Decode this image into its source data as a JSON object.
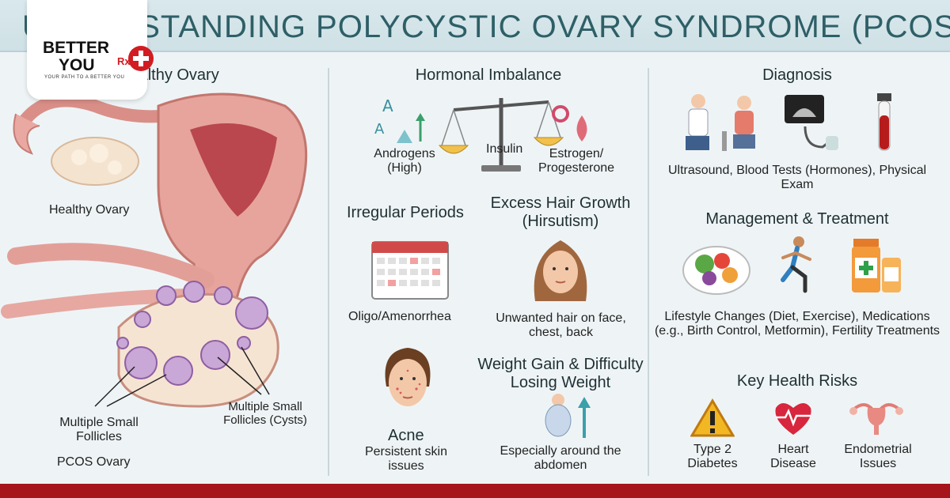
{
  "header": {
    "title": "UNDERSTANDING POLYCYSTIC OVARY SYNDROME (PCOS)"
  },
  "logo": {
    "line1": "BETTER",
    "line2": "YOU",
    "rx": "Rx",
    "tagline": "YOUR PATH TO A BETTER YOU"
  },
  "anatomy": {
    "heading": "Healthy Ovary",
    "healthy_label": "Healthy Ovary",
    "follicles_label": "Multiple Small Follicles",
    "cysts_label": "Multiple Small Follicles (Cysts)",
    "pcos_label": "PCOS Ovary"
  },
  "symptoms": {
    "hormonal": {
      "heading": "Hormonal Imbalance",
      "androgens": "Androgens (High)",
      "insulin": "Insulin",
      "estrogen": "Estrogen/ Progesterone"
    },
    "periods": {
      "heading": "Irregular Periods",
      "caption": "Oligo/Amenorrhea"
    },
    "hair": {
      "heading": "Excess Hair Growth (Hirsutism)",
      "caption": "Unwanted hair on face, chest, back"
    },
    "acne": {
      "heading": "Acne",
      "caption": "Persistent skin issues"
    },
    "weight": {
      "heading": "Weight Gain & Difficulty Losing Weight",
      "caption": "Especially around the abdomen"
    }
  },
  "right": {
    "diagnosis": {
      "heading": "Diagnosis",
      "caption": "Ultrasound, Blood Tests (Hormones), Physical Exam"
    },
    "management": {
      "heading": "Management & Treatment",
      "caption": "Lifestyle Changes (Diet, Exercise), Medications (e.g., Birth Control, Metformin), Fertility Treatments"
    },
    "risks": {
      "heading": "Key Health Risks",
      "items": [
        {
          "label": "Type 2 Diabetes"
        },
        {
          "label": "Heart Disease"
        },
        {
          "label": "Endometrial Issues"
        }
      ]
    }
  },
  "colors": {
    "title": "#2e5f67",
    "accent_red": "#a6141c",
    "logo_red": "#d21c22",
    "tissue_pink": "#e7a49c",
    "follicle_purple": "#b08ac0"
  },
  "icons": {
    "warning": "warning-triangle-icon",
    "heart": "heart-ecg-icon",
    "uterus": "uterus-icon",
    "scale": "balance-scale-icon",
    "calendar": "calendar-icon"
  }
}
